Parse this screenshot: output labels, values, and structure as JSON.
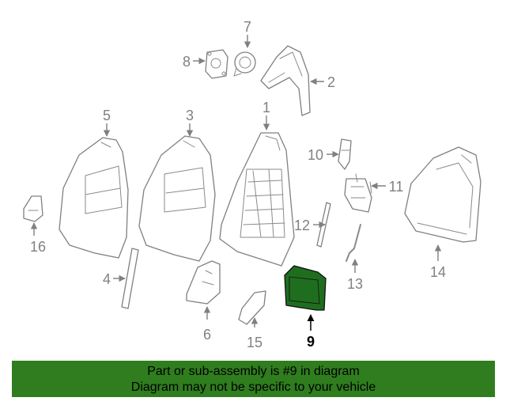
{
  "diagram": {
    "highlight_part": "9",
    "highlight_color": "#1f6e1f",
    "callouts": [
      "1",
      "2",
      "3",
      "4",
      "5",
      "6",
      "7",
      "8",
      "9",
      "10",
      "11",
      "12",
      "13",
      "14",
      "15",
      "16"
    ]
  },
  "banner": {
    "line1": "Part or sub-assembly is #9 in diagram",
    "line2": "Diagram may not be specific to your vehicle",
    "background": "#2f7d1e"
  }
}
